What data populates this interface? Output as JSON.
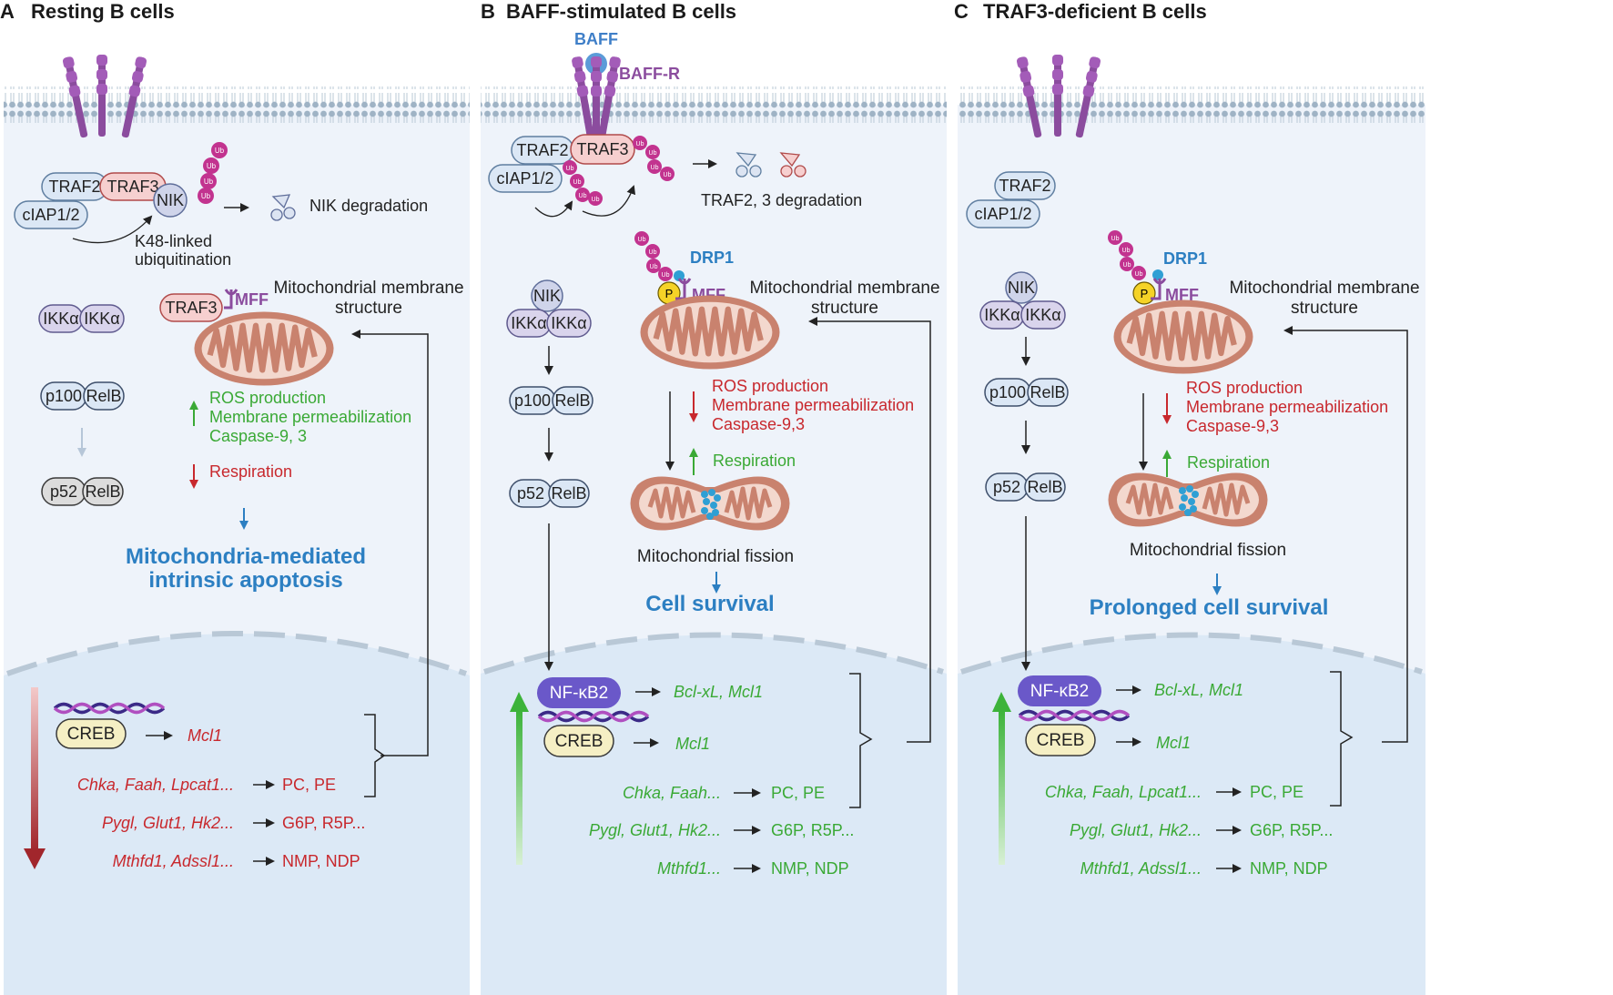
{
  "panels": {
    "a": {
      "letter": "A",
      "title": "Resting B cells",
      "traf2": "TRAF2",
      "traf3": "TRAF3",
      "nik": "NIK",
      "ciap": "cIAP1/2",
      "ub": "Ub",
      "degradation": "NIK degradation",
      "k48_line1": "K48-linked",
      "k48_line2": "ubiquitination",
      "ikk": "IKKα",
      "p100": "p100",
      "relb": "RelB",
      "p52": "p52",
      "traf3_mito": "TRAF3",
      "mff": "MFF",
      "mito_line1": "Mitochondrial membrane",
      "mito_line2": "structure",
      "effects_up": [
        "ROS production",
        "Membrane permeabilization",
        "Caspase-9, 3"
      ],
      "effects_down": [
        "Respiration"
      ],
      "outcome_line1": "Mitochondria-mediated",
      "outcome_line2": "intrinsic apoptosis",
      "creb": "CREB",
      "mcl1": "Mcl1",
      "genes": [
        {
          "genes": "Chka, Faah, Lpcat1...",
          "product": "PC, PE"
        },
        {
          "genes": "Pygl, Glut1, Hk2...",
          "product": "G6P, R5P..."
        },
        {
          "genes": "Mthfd1, Adssl1...",
          "product": "NMP, NDP"
        }
      ]
    },
    "b": {
      "letter": "B",
      "title": "BAFF-stimulated B cells",
      "baff": "BAFF",
      "baffr": "BAFF-R",
      "traf2": "TRAF2",
      "traf3": "TRAF3",
      "ciap": "cIAP1/2",
      "ub": "Ub",
      "degradation": "TRAF2, 3 degradation",
      "nik": "NIK",
      "ikk": "IKKα",
      "p100": "p100",
      "relb": "RelB",
      "p52": "p52",
      "drp1": "DRP1",
      "p": "P",
      "mff": "MFF",
      "mito_line1": "Mitochondrial membrane",
      "mito_line2": "structure",
      "effects_down": [
        "ROS production",
        "Membrane permeabilization",
        "Caspase-9,3"
      ],
      "effects_up": [
        "Respiration"
      ],
      "fission": "Mitochondrial fission",
      "outcome": "Cell survival",
      "nfkb2": "NF-κB2",
      "nfkb2_targets": "Bcl-xL, Mcl1",
      "creb": "CREB",
      "mcl1": "Mcl1",
      "genes": [
        {
          "genes": "Chka, Faah...",
          "product": "PC, PE"
        },
        {
          "genes": "Pygl, Glut1, Hk2...",
          "product": "G6P, R5P..."
        },
        {
          "genes": "Mthfd1...",
          "product": "NMP, NDP"
        }
      ]
    },
    "c": {
      "letter": "C",
      "title": "TRAF3-deficient B cells",
      "traf2": "TRAF2",
      "ciap": "cIAP1/2",
      "nik": "NIK",
      "ikk": "IKKα",
      "p100": "p100",
      "relb": "RelB",
      "p52": "p52",
      "drp1": "DRP1",
      "p": "P",
      "mff": "MFF",
      "ub": "Ub",
      "mito_line1": "Mitochondrial membrane",
      "mito_line2": "structure",
      "effects_down": [
        "ROS production",
        "Membrane permeabilization",
        "Caspase-9,3"
      ],
      "effects_up": [
        "Respiration"
      ],
      "fission": "Mitochondrial fission",
      "outcome": "Prolonged cell survival",
      "nfkb2": "NF-κB2",
      "nfkb2_targets": "Bcl-xL, Mcl1",
      "creb": "CREB",
      "mcl1": "Mcl1",
      "genes": [
        {
          "genes": "Chka, Faah, Lpcat1...",
          "product": "PC, PE"
        },
        {
          "genes": "Pygl, Glut1, Hk2...",
          "product": "G6P, R5P..."
        },
        {
          "genes": "Mthfd1, Adssl1...",
          "product": "NMP, NDP"
        }
      ]
    }
  },
  "colors": {
    "cytoplasm": "#eef3fa",
    "nucleus": "#dce9f6",
    "traf3": "#f6cfcf",
    "traf2": "#dbe7f5",
    "ikk": "#d9d4ec",
    "p52": "#dcdcdc",
    "nfkb2": "#6a58c9",
    "creb": "#f5efc4",
    "ub": "#c2338f",
    "receptor": "#8b4c9e",
    "baff": "#5b9bd8",
    "mito_outer": "#c9826e",
    "mito_inner": "#f3d8ce",
    "green": "#3aa935",
    "red": "#c8282d",
    "blue": "#2c7fc2",
    "dark_red_arrow": "#a1262c",
    "green_arrow": "#3cb33a"
  }
}
